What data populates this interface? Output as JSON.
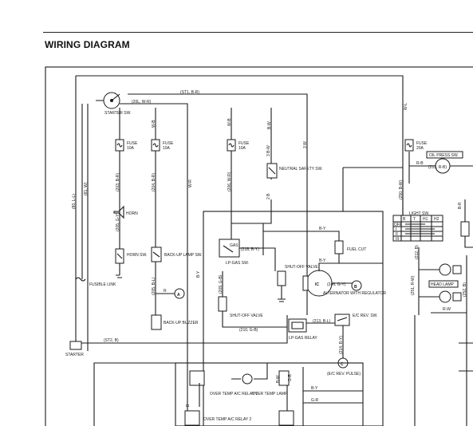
{
  "page": {
    "title": "WIRING DIAGRAM"
  },
  "wires": {
    "st1": "(ST1, B-R)",
    "20l": "(20L, W-R)",
    "w_l": "W-L",
    "w_b_top": "W-B",
    "w_b_2": "W-B",
    "w_b_3": "W-B",
    "b_w": "B-W",
    "3_w": "3 W",
    "w_r_v": "W-R",
    "80l": "(80, L-L)",
    "81": "(81, W)",
    "203b": "(203, B-R)",
    "204b": "(204, B-R)",
    "205g": "(205, G-Y)",
    "205b": "(205, B-L)",
    "206w": "(206, W-R)",
    "209g": "(209, G-B)",
    "210g": "(210, G-B)",
    "218b": "(218, B-Y)",
    "213b": "(213, B-L)",
    "214r": "(214, R-Y)",
    "212b": "(212, B)",
    "213r": "(213, R-B)",
    "246g": "(246, G-Y)",
    "251r": "(251, R-W)",
    "252b": "(252, B)",
    "250b": "(250, B-W)",
    "st2": "(ST2, B)",
    "b_y1": "B-Y",
    "b_y2": "B-Y",
    "b_y3": "B-Y",
    "b_y4": "B-Y",
    "g_r": "G-R",
    "r": "R",
    "r_b": "R-B",
    "r_w": "R-W",
    "b_r": "B-R",
    "b_2": "B",
    "b_w2": "B-W",
    "g_b": "G-B",
    "3_b_w": "3 B-W",
    "2_b": "2 B"
  },
  "components": {
    "starter_sw": "STARTER SW.",
    "fuse1": "FUSE",
    "fuse1_rating": "10A",
    "fuse2": "FUSE",
    "fuse2_rating": "10A",
    "fuse3": "FUSE",
    "fuse3_rating": "10A",
    "fuse4": "FUSE",
    "fuse4_rating": "20A",
    "oil_press_sw": "OIL PRESS SW.",
    "neutral_safety_sw": "NEUTRAL SAFETY SW.",
    "horn": "HORN",
    "horn_sw": "HORN SW.",
    "backup_lamp_sw": "BACK-UP LAMP SW.",
    "backup_buzzer": "BACK-UP BUZZER",
    "fusible_link": "FUSIBLE LINK",
    "starter": "STARTER",
    "lp_gas_sw": "LP-GAS SW.",
    "gas_label": "GAS",
    "shutoff_valve": "SHUT-OFF VALVE",
    "shutoff_valve2": "SHUT-OFF VALVE",
    "fuel_cut": "FUEL CUT",
    "alternator": "ALTERNATOR WITH REGULATOR",
    "ic_label": "IC",
    "lp_gas_relay": "LP-GAS RELAY",
    "ec_rev_sw": "E/C REV. SW.",
    "ec_rev_pulse": "(E/C REV. PULSE)",
    "light_sw": "LIGHT SW.",
    "light_cols": [
      "",
      "B",
      "T",
      "H1",
      "H2"
    ],
    "light_rows": [
      "OFF",
      "I",
      "II",
      "III"
    ],
    "head_lamp": "HEAD LAMP",
    "over_temp_relay1": "OVER TEMP A/C RELAY 1",
    "over_temp_lamp": "OVER TEMP LAMP",
    "over_temp_relay2": "OVER TEMP A/C RELAY 2",
    "marker_a": "A",
    "marker_b": "B",
    "marker_c": "C"
  }
}
